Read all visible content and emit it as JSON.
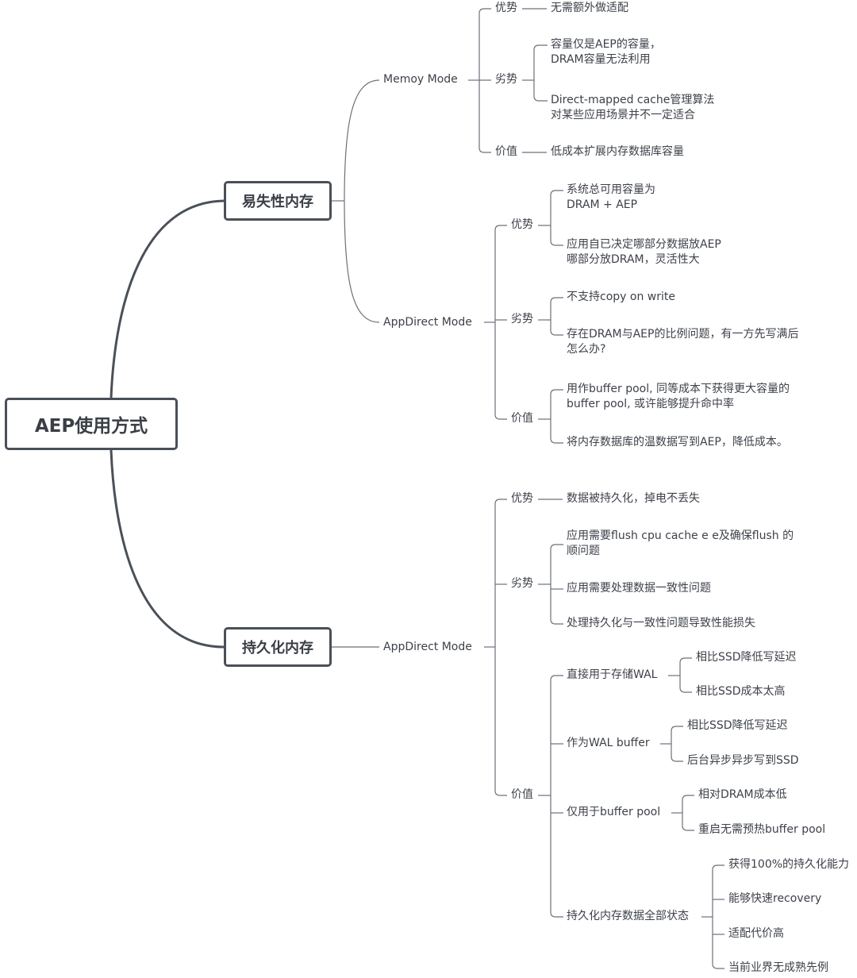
{
  "root": {
    "label": "AEP使用方式"
  },
  "volatile": {
    "label": "易失性内存",
    "memory_mode": {
      "label": "Memoy Mode",
      "advantage": {
        "label": "优势",
        "items": [
          "无需额外做适配"
        ]
      },
      "disadvantage": {
        "label": "劣势",
        "items": [
          [
            "容量仅是AEP的容量，",
            "DRAM容量无法利用"
          ],
          [
            "Direct-mapped cache管理算法",
            "对某些应用场景并不一定适合"
          ]
        ]
      },
      "value": {
        "label": "价值",
        "items": [
          "低成本扩展内存数据库容量"
        ]
      }
    },
    "appdirect_mode": {
      "label": "AppDirect Mode",
      "advantage": {
        "label": "优势",
        "items": [
          [
            "系统总可用容量为",
            "DRAM + AEP"
          ],
          [
            "应用自已决定哪部分数据放AEP",
            "哪部分放DRAM，灵活性大"
          ]
        ]
      },
      "disadvantage": {
        "label": "劣势",
        "items": [
          [
            "不支持copy on write"
          ],
          [
            "存在DRAM与AEP的比例问题，有一方先写满后",
            "怎么办?"
          ]
        ]
      },
      "value": {
        "label": "价值",
        "items": [
          [
            "用作buffer pool, 同等成本下获得更大容量的",
            "buffer pool, 或许能够提升命中率"
          ],
          [
            "将内存数据库的温数据写到AEP，降低成本。"
          ]
        ]
      }
    }
  },
  "persistent": {
    "label": "持久化内存",
    "appdirect_mode": {
      "label": "AppDirect Mode",
      "advantage": {
        "label": "优势",
        "items": [
          "数据被持久化，掉电不丢失"
        ]
      },
      "disadvantage": {
        "label": "劣势",
        "items": [
          [
            "应用需要flush  cpu cache e  e及确保flush 的",
            "顺问题"
          ],
          [
            "应用需要处理数据一致性问题"
          ],
          [
            "处理持久化与一致性问题导致性能损失"
          ]
        ]
      },
      "value": {
        "label": "价值",
        "groups": [
          {
            "label": "直接用于存储WAL",
            "items": [
              "相比SSD降低写延迟",
              "相比SSD成本太高"
            ]
          },
          {
            "label": "作为WAL buffer",
            "items": [
              "相比SSD降低写延迟",
              "后台异步异步写到SSD"
            ]
          },
          {
            "label": "仅用于buffer pool",
            "items": [
              "相对DRAM成本低",
              "重启无需预热buffer pool"
            ]
          },
          {
            "label": "持久化内存数据全部状态",
            "items": [
              "获得100%的持久化能力",
              "能够快速recovery",
              "适配代价高",
              "当前业界无成熟先例"
            ]
          }
        ]
      }
    }
  },
  "colors": {
    "thick_line": "#4a5058",
    "thin_line": "#6b7078",
    "text": "#3d4149"
  }
}
